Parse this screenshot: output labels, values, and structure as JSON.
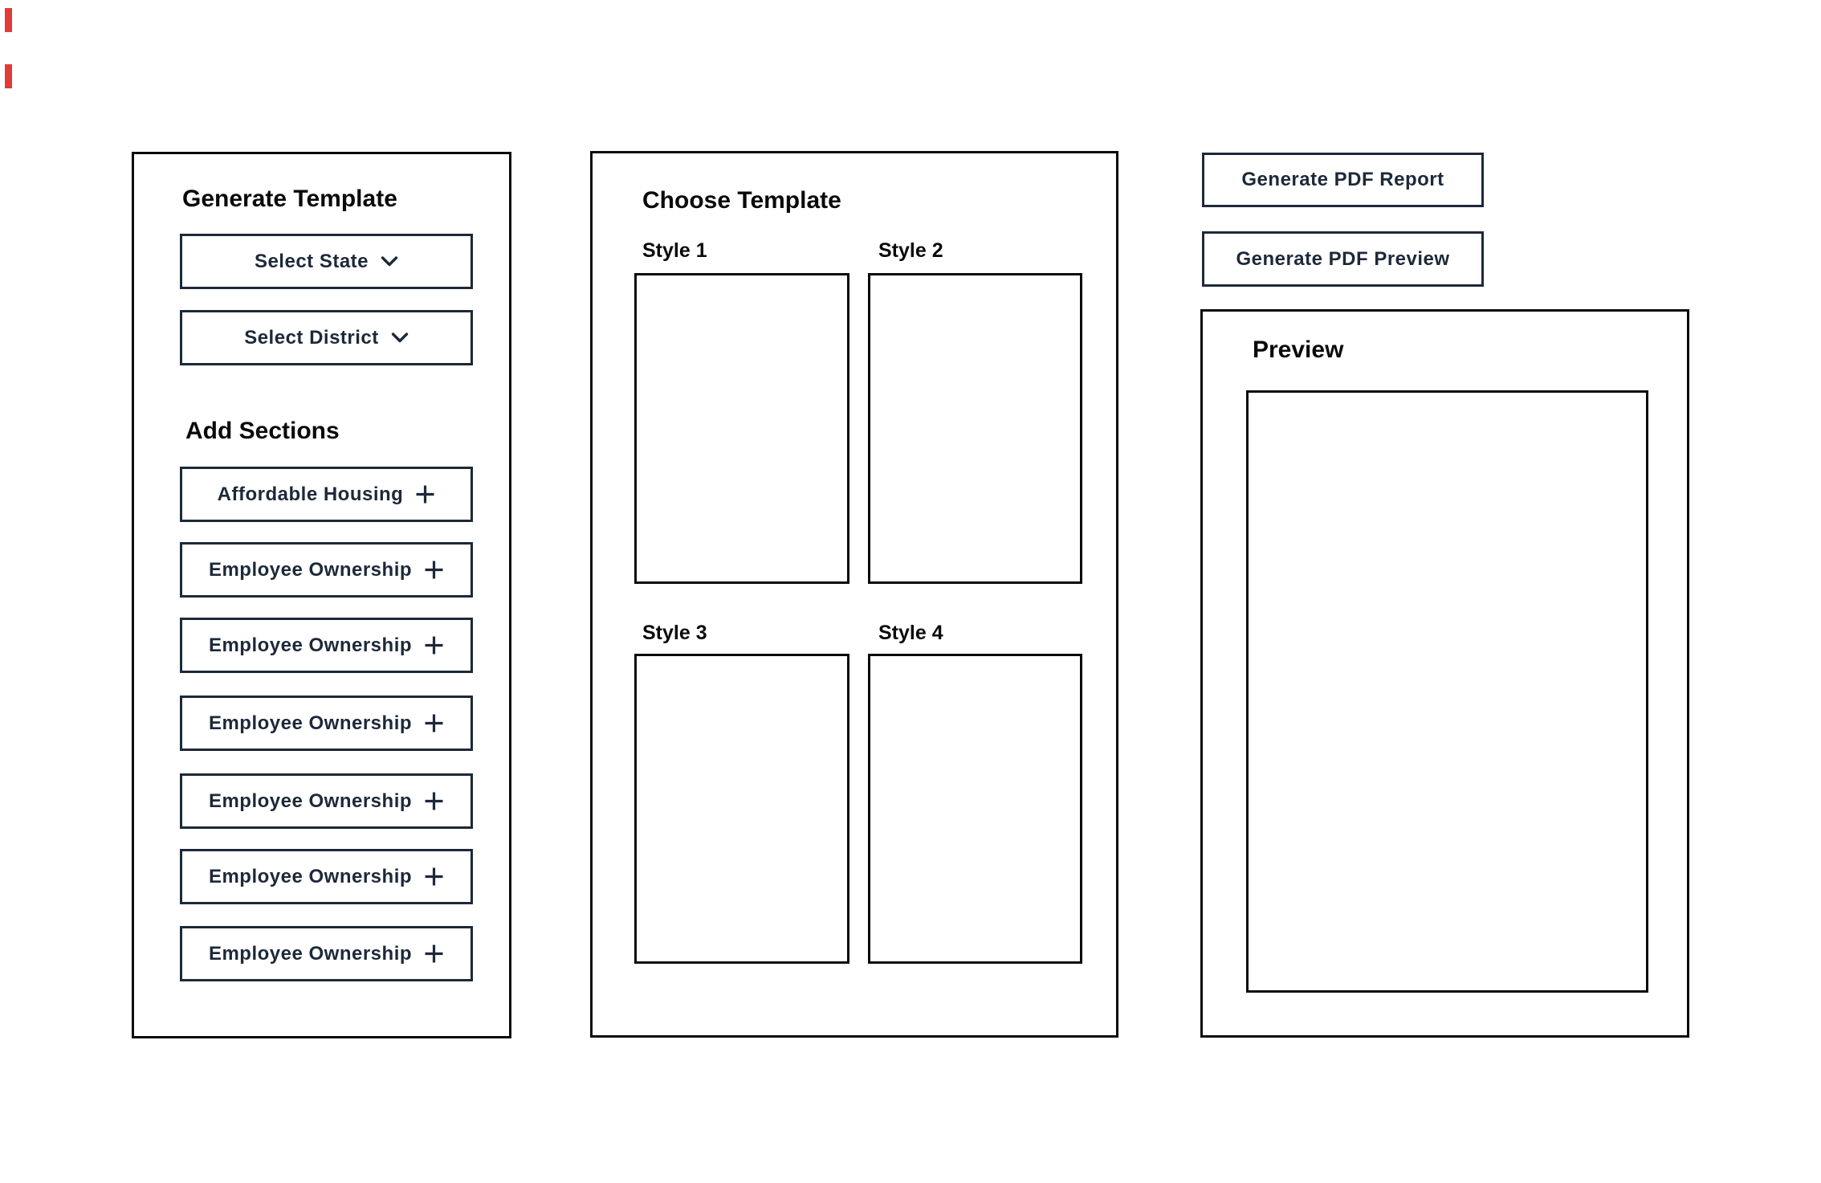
{
  "colors": {
    "background": "#ffffff",
    "panel_border": "#0a0a0a",
    "heading_text": "#0a0a0a",
    "accent": "#1d2939",
    "edge_marks": "#e23c39"
  },
  "generate_template_panel": {
    "title": "Generate Template",
    "state_dropdown": {
      "label": "Select State",
      "icon": "chevron-down"
    },
    "district_dropdown": {
      "label": "Select District",
      "icon": "chevron-down"
    },
    "add_sections_title": "Add Sections",
    "section_buttons": [
      {
        "label": "Affordable Housing",
        "icon": "plus"
      },
      {
        "label": "Employee Ownership",
        "icon": "plus"
      },
      {
        "label": "Employee Ownership",
        "icon": "plus"
      },
      {
        "label": "Employee Ownership",
        "icon": "plus"
      },
      {
        "label": "Employee Ownership",
        "icon": "plus"
      },
      {
        "label": "Employee Ownership",
        "icon": "plus"
      },
      {
        "label": "Employee Ownership",
        "icon": "plus"
      }
    ]
  },
  "choose_template_panel": {
    "title": "Choose Template",
    "styles": [
      {
        "label": "Style 1"
      },
      {
        "label": "Style 2"
      },
      {
        "label": "Style 3"
      },
      {
        "label": "Style 4"
      }
    ]
  },
  "actions": {
    "generate_report_label": "Generate PDF Report",
    "generate_preview_label": "Generate PDF Preview"
  },
  "preview_panel": {
    "title": "Preview"
  }
}
